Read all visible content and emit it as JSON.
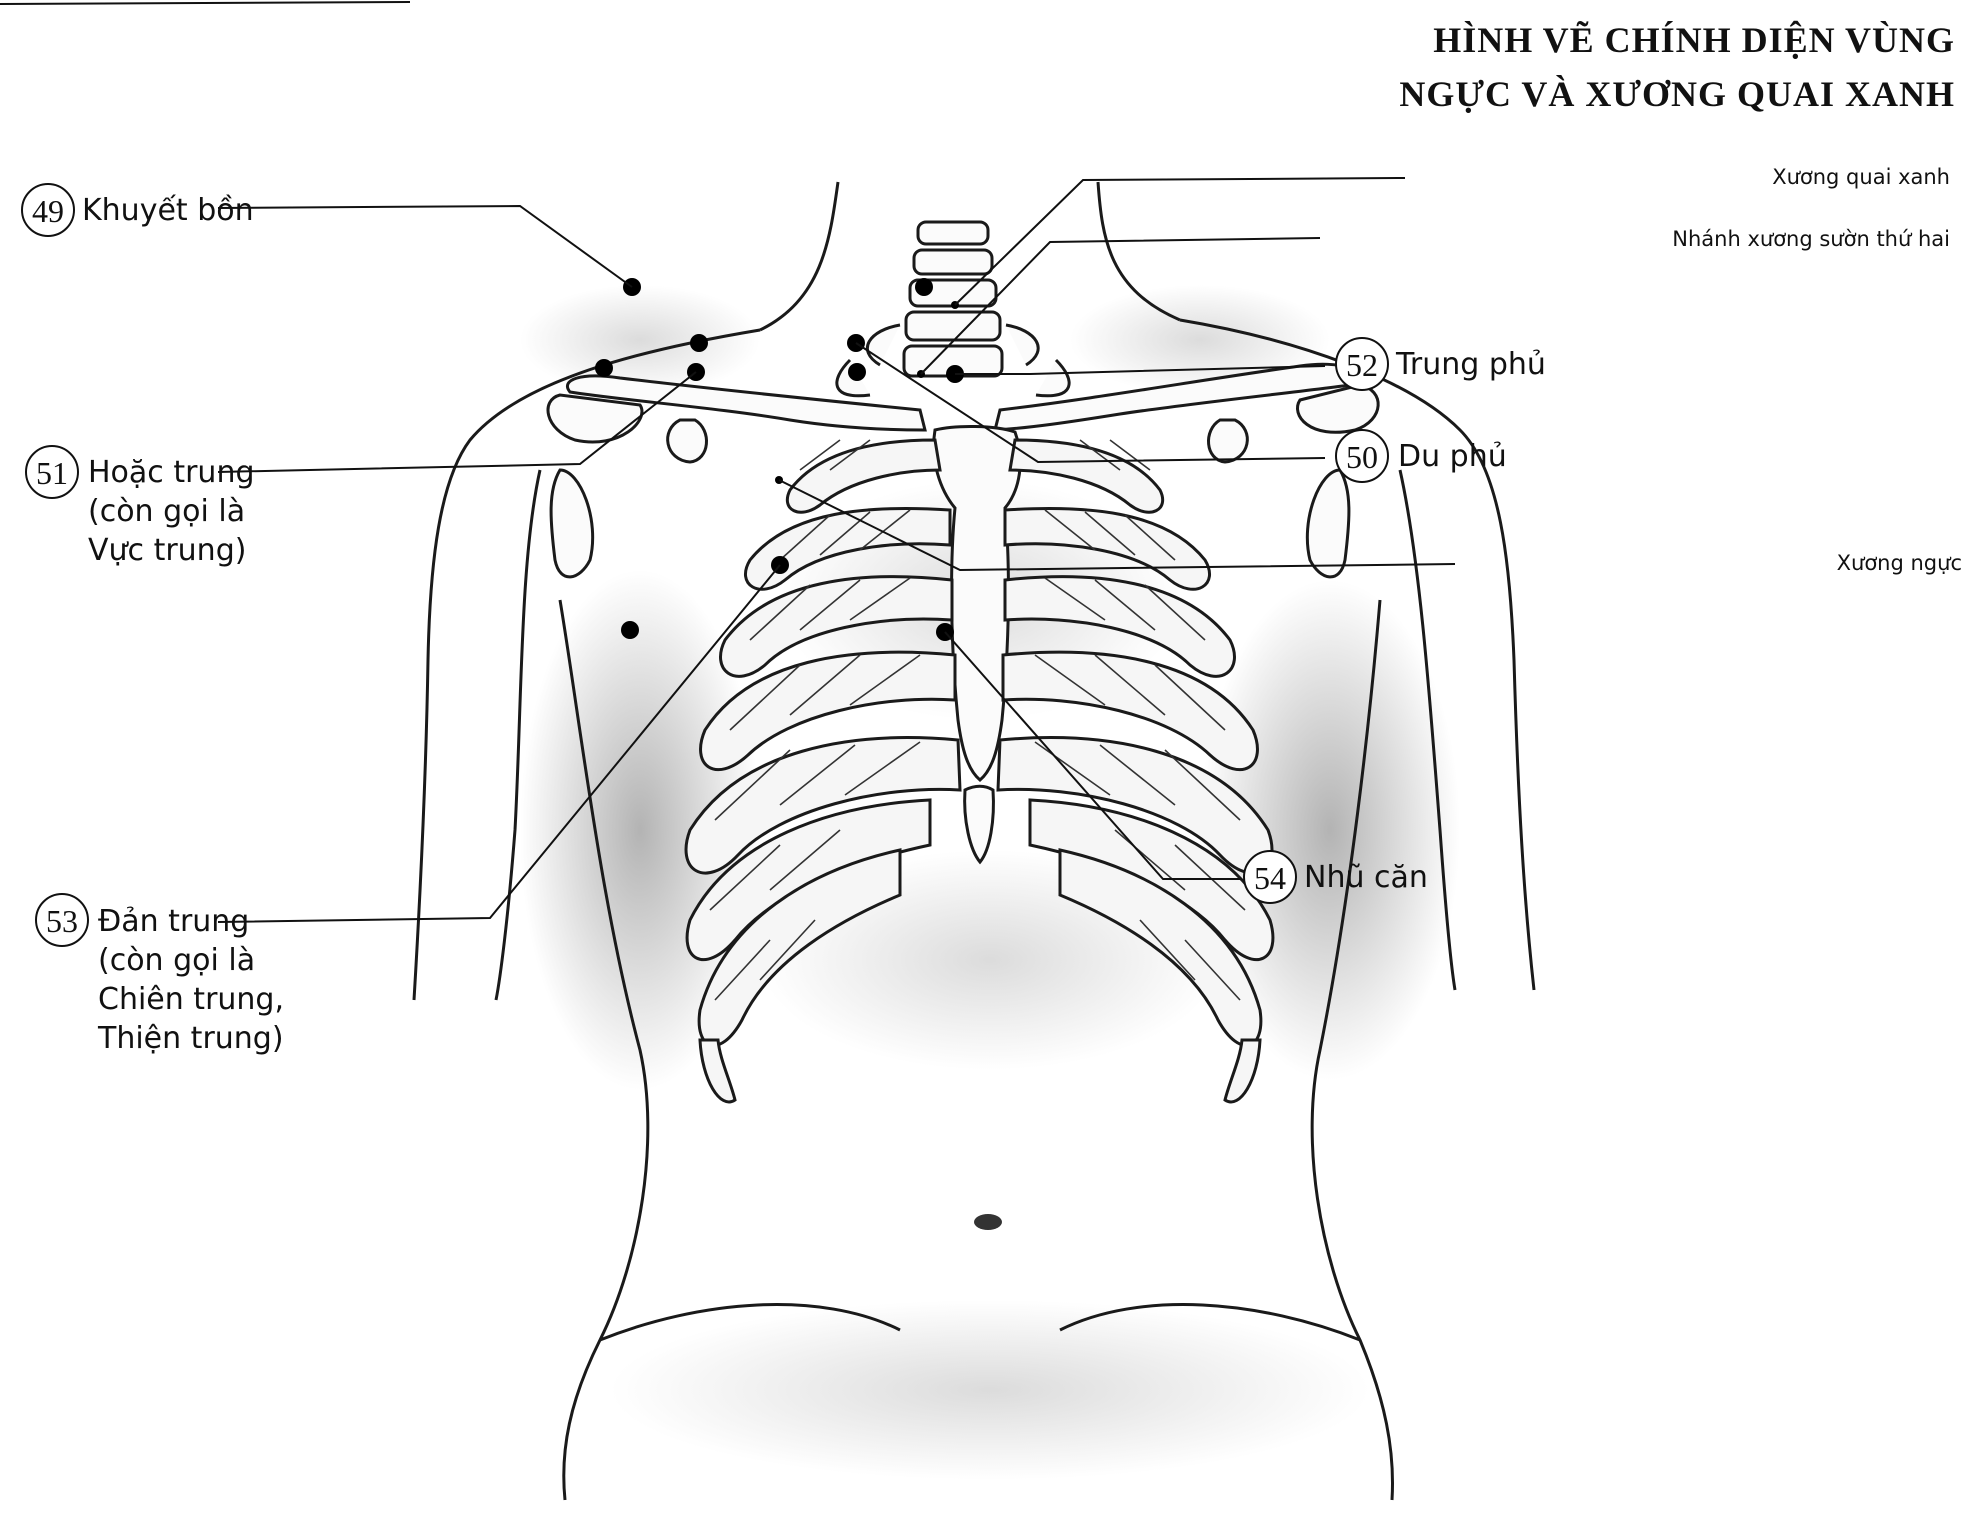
{
  "title": {
    "line1": "HÌNH VẼ CHÍNH DIỆN VÙNG",
    "line2": "NGỰC VÀ XƯƠNG QUAI XANH"
  },
  "points": [
    {
      "id": "49",
      "num": "49",
      "lines": [
        "Khuyết bồn"
      ]
    },
    {
      "id": "51",
      "num": "51",
      "lines": [
        "Hoặc trung",
        "(còn gọi là",
        "Vực trung)"
      ]
    },
    {
      "id": "53",
      "num": "53",
      "lines": [
        "Đản trung",
        "(còn gọi là",
        "Chiên trung,",
        "Thiện trung)"
      ]
    },
    {
      "id": "52",
      "num": "52",
      "lines": [
        "Trung phủ"
      ]
    },
    {
      "id": "50",
      "num": "50",
      "lines": [
        "Du phủ"
      ]
    },
    {
      "id": "54",
      "num": "54",
      "lines": [
        "Nhũ căn"
      ]
    }
  ],
  "structures": {
    "clavicle": "Xương quai xanh",
    "second_rib": "Nhánh xương sườn thứ hai",
    "sternum": "Xương ngực"
  },
  "colors": {
    "ink": "#111111",
    "shade": "#bdbdbd",
    "paper": "#ffffff"
  }
}
